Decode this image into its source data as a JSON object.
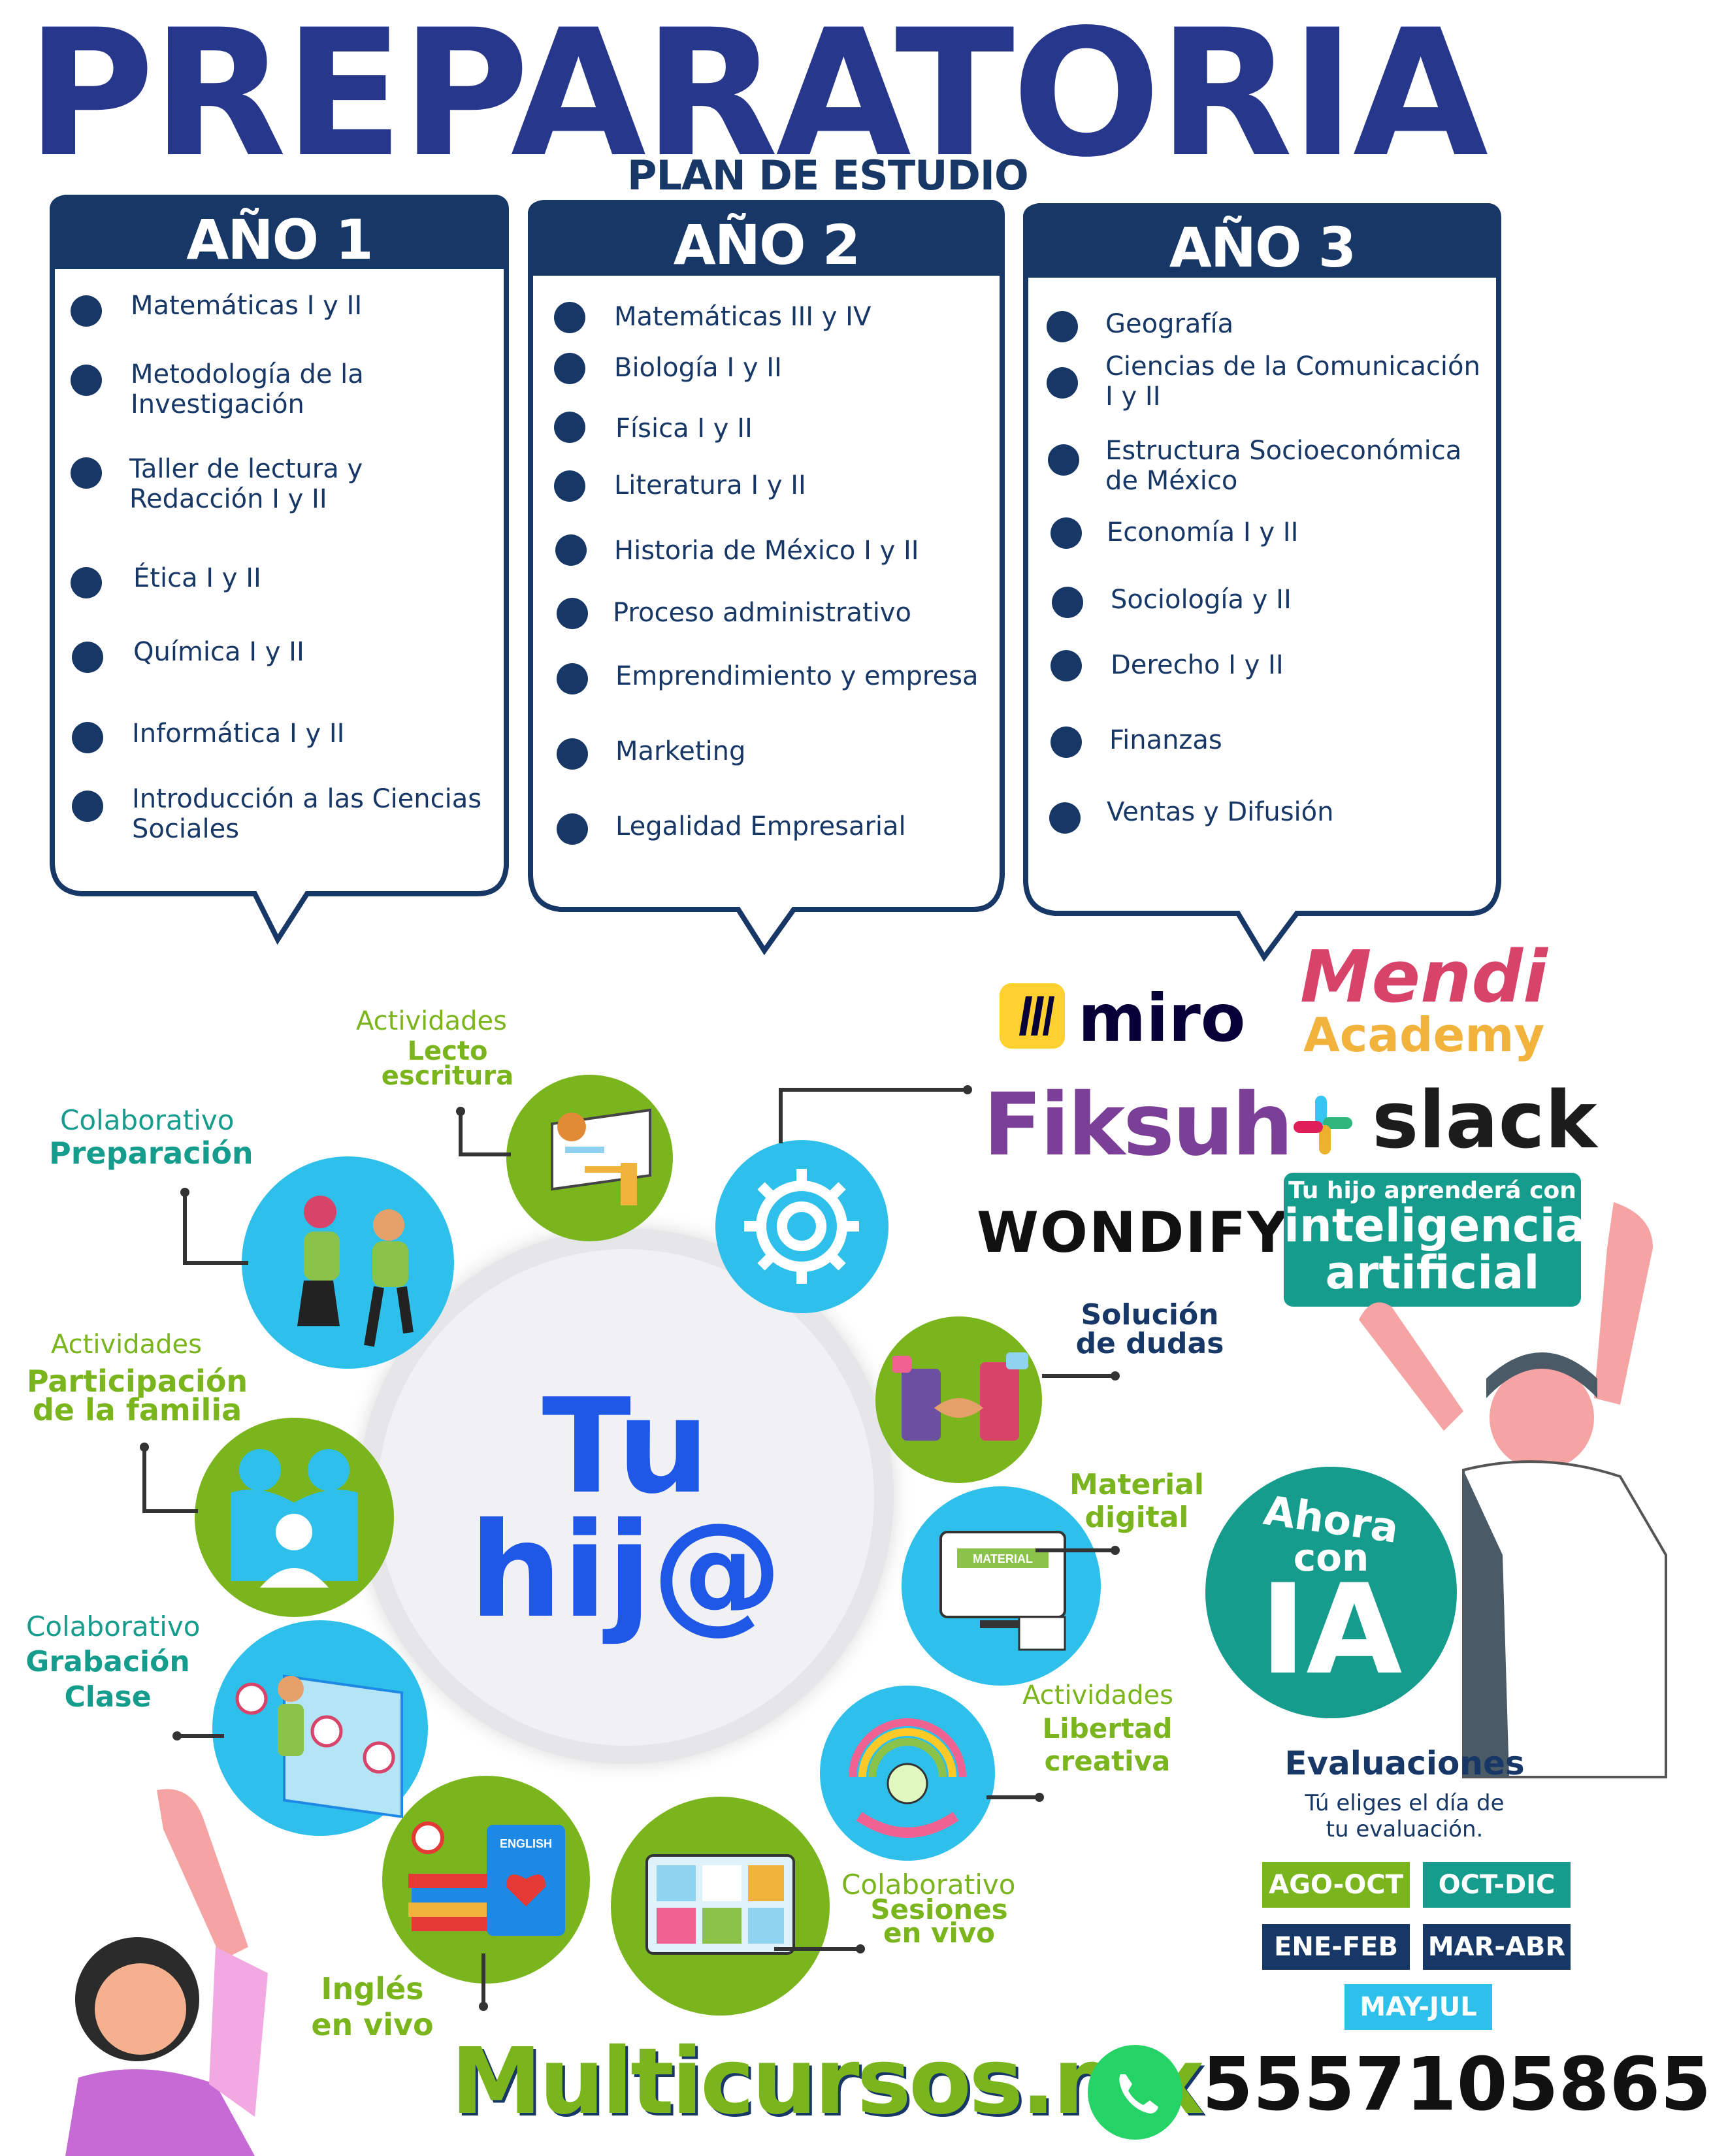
{
  "header": {
    "title": "PREPARATORIA",
    "subtitle": "PLAN DE ESTUDIO"
  },
  "columns": [
    {
      "title": "AÑO 1",
      "items": [
        "Matemáticas I y II",
        "Metodología de la Investigación",
        "Taller de lectura y Redacción I y II",
        "Ética I y II",
        "Química I y II",
        "Informática I y II",
        "Introducción a las Ciencias Sociales"
      ]
    },
    {
      "title": "AÑO 2",
      "items": [
        "Matemáticas III y IV",
        "Biología I y II",
        "Física I y II",
        "Literatura I y II",
        "Historia de México I y II",
        "Proceso administrativo",
        "Emprendimiento y empresa",
        "Marketing",
        "Legalidad Empresarial"
      ]
    },
    {
      "title": "AÑO 3",
      "items": [
        "Geografía",
        "Ciencias de la Comunicación I y II",
        "Estructura Socioeconómica de México",
        "Economía I y II",
        "Sociología y II",
        "Derecho I y II",
        "Finanzas",
        "Ventas y Difusión"
      ]
    }
  ],
  "hub": {
    "line1": "Tu",
    "line2": "hij@"
  },
  "activities": {
    "lecto": {
      "kicker": "Actividades",
      "l1": "Lecto",
      "l2": "escritura"
    },
    "preparacion": {
      "kicker": "Colaborativo",
      "l1": "Preparación"
    },
    "familia": {
      "kicker": "Actividades",
      "l1": "Participación",
      "l2": "de la familia"
    },
    "grabacion": {
      "kicker": "Colaborativo",
      "l1": "Grabación",
      "l2": "Clase"
    },
    "ingles": {
      "l1": "Inglés",
      "l2": "en vivo",
      "book_label": "ENGLISH"
    },
    "sesiones": {
      "kicker": "Colaborativo",
      "l1": "Sesiones",
      "l2": "en vivo"
    },
    "libertad": {
      "kicker": "Actividades",
      "l1": "Libertad",
      "l2": "creativa"
    },
    "material": {
      "l1": "Material",
      "l2": "digital",
      "screen_label": "MATERIAL"
    },
    "dudas": {
      "l1": "Solución",
      "l2": "de dudas"
    }
  },
  "brands": {
    "miro": "miro",
    "mendi1": "Mendi",
    "mendi2": "Academy",
    "fiksuh": "Fiksuh",
    "slack": "slack",
    "wondify": "WONDIFY"
  },
  "ai_box": {
    "l1": "Tu hijo aprenderá con",
    "l2": "inteligencia",
    "l3": "artificial"
  },
  "ai_badge": {
    "l1": "Ahora",
    "l2": "con",
    "l3": "IA"
  },
  "evaluaciones": {
    "title": "Evaluaciones",
    "sub1": "Tú eliges el día de",
    "sub2": "tu evaluación.",
    "periods": [
      "AGO-OCT",
      "OCT-DIC",
      "ENE-FEB",
      "MAR-ABR",
      "MAY-JUL"
    ]
  },
  "footer": {
    "site": "Multicursos.mx",
    "phone": "5557105865"
  },
  "colors": {
    "navy": "#173766",
    "title_blue": "#27378c",
    "green": "#7ab51d",
    "teal": "#159c8c",
    "cyan": "#2ec0ea"
  }
}
